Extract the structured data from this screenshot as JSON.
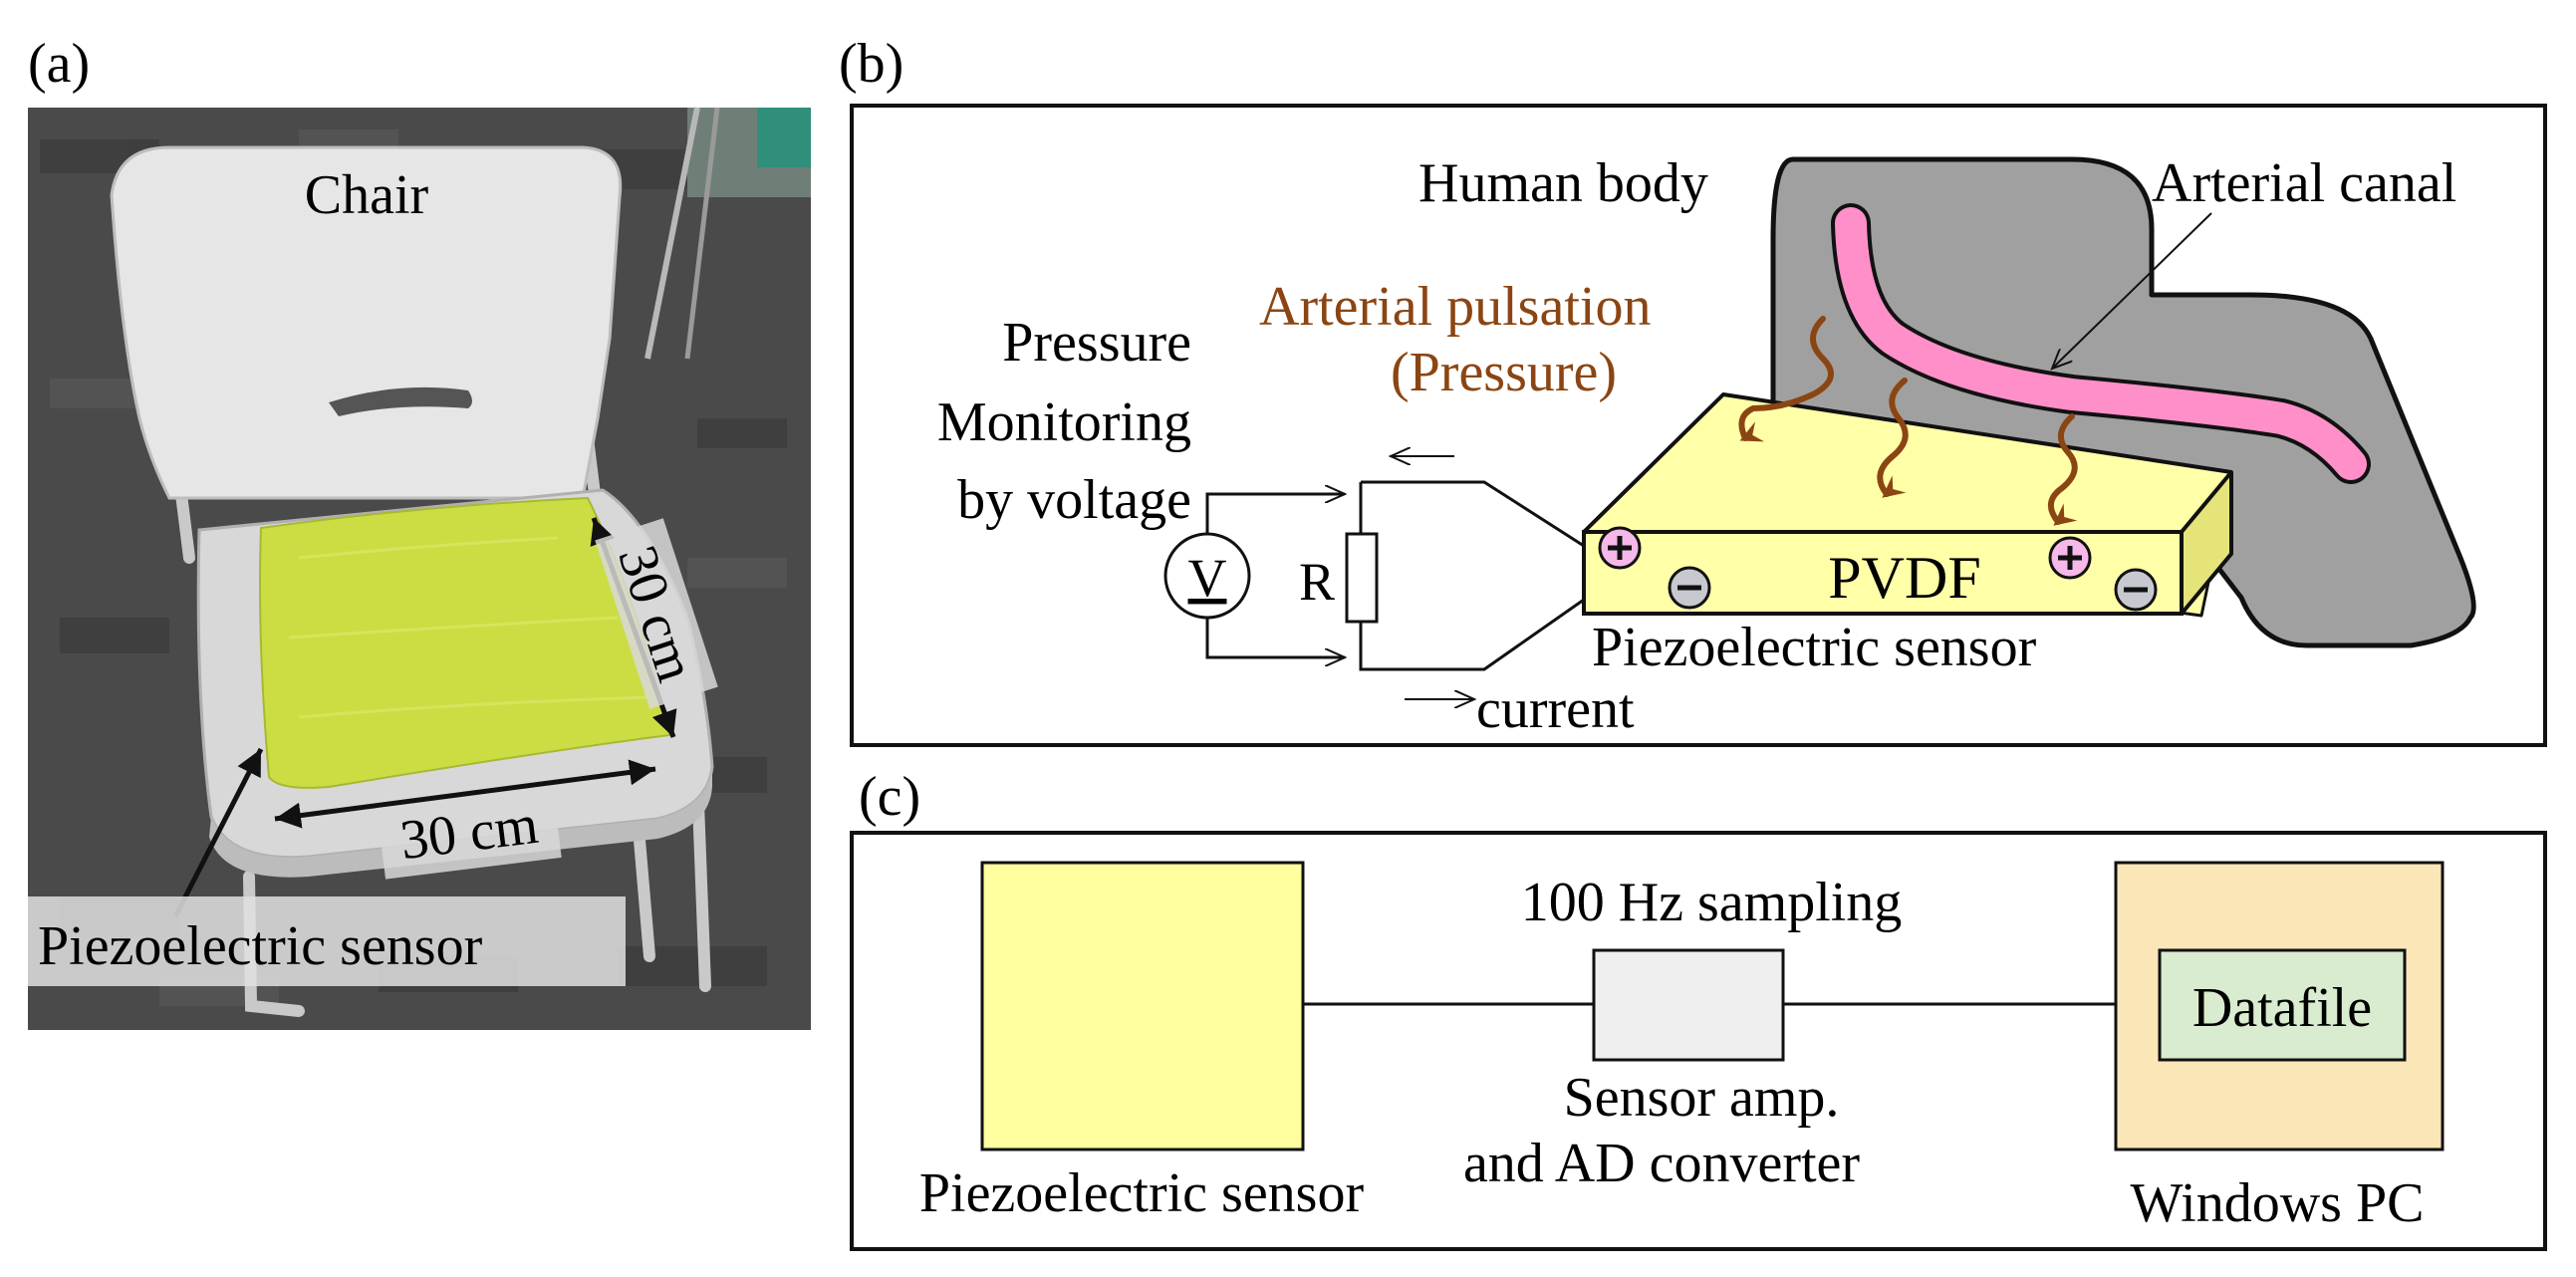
{
  "panels": {
    "a": {
      "label": "(a)",
      "chair_label": "Chair",
      "width_label": "30 cm",
      "depth_label": "30 cm",
      "sensor_label": "Piezoelectric sensor"
    },
    "b": {
      "label": "(b)",
      "human_body": "Human body",
      "arterial_canal": "Arterial canal",
      "pulsation_line1": "Arterial pulsation",
      "pulsation_line2": "(Pressure)",
      "pressure_line1": "Pressure",
      "pressure_line2": "Monitoring",
      "pressure_line3": "by voltage",
      "voltmeter": "V",
      "resistor": "R",
      "pvdf": "PVDF",
      "sensor": "Piezoelectric sensor",
      "current": "current"
    },
    "c": {
      "label": "(c)",
      "sampling": "100 Hz sampling",
      "amp_line1": "Sensor amp.",
      "amp_line2": "and AD converter",
      "sensor": "Piezoelectric sensor",
      "pc": "Windows PC",
      "datafile": "Datafile"
    }
  },
  "colors": {
    "pulsation_text": "#8B4513",
    "wave_arrow": "#8B4513",
    "artery": "#FF8FC8",
    "body": "#A0A0A0",
    "pvdf": "#FFFFA8",
    "cushion": "#CCDD44",
    "photo_bg": "#4A4A4A",
    "pc_box": "#FBE6B8",
    "datafile_box": "#D9ECCF",
    "amp_box": "#EFEFEF",
    "plus_badge": "#F6B8E8",
    "minus_badge": "#C8C8D0"
  }
}
